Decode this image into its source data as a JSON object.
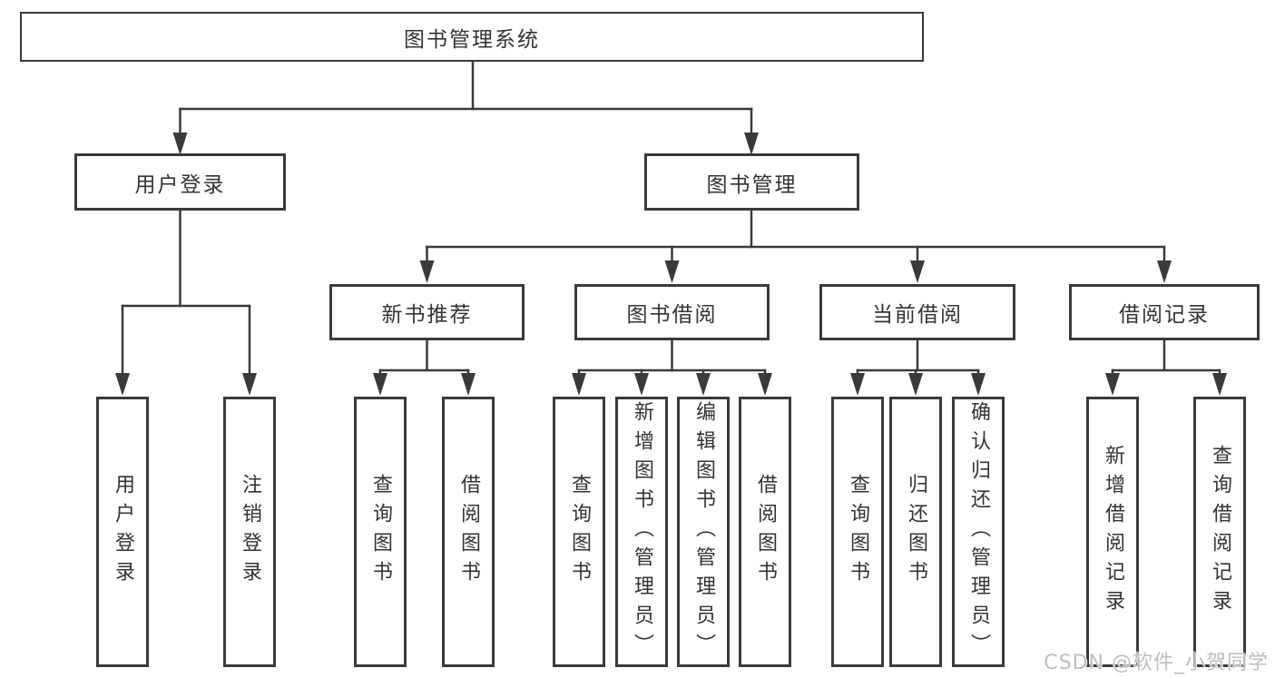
{
  "diagram": {
    "root_label": "图书管理系统",
    "branches": [
      {
        "label": "用户登录",
        "children": [
          {
            "label": "用户登录"
          },
          {
            "label": "注销登录"
          }
        ]
      },
      {
        "label": "图书管理",
        "children": [
          {
            "label": "新书推荐",
            "children": [
              {
                "label": "查询图书"
              },
              {
                "label": "借阅图书"
              }
            ]
          },
          {
            "label": "图书借阅",
            "children": [
              {
                "label": "查询图书"
              },
              {
                "label": "新增图书（管理员）"
              },
              {
                "label": "编辑图书（管理员）"
              },
              {
                "label": "借阅图书"
              }
            ]
          },
          {
            "label": "当前借阅",
            "children": [
              {
                "label": "查询图书"
              },
              {
                "label": "归还图书"
              },
              {
                "label": "确认归还（管理员）"
              }
            ]
          },
          {
            "label": "借阅记录",
            "children": [
              {
                "label": "新增借阅记录"
              },
              {
                "label": "查询借阅记录"
              }
            ]
          }
        ]
      }
    ]
  },
  "watermark": {
    "text": "CSDN @软件_小贺同学"
  },
  "colors": {
    "line": "#3a3a3a",
    "box_border": "#3a3a3a",
    "text": "#333333",
    "watermark": "#bdbdbd",
    "background": "#ffffff"
  }
}
